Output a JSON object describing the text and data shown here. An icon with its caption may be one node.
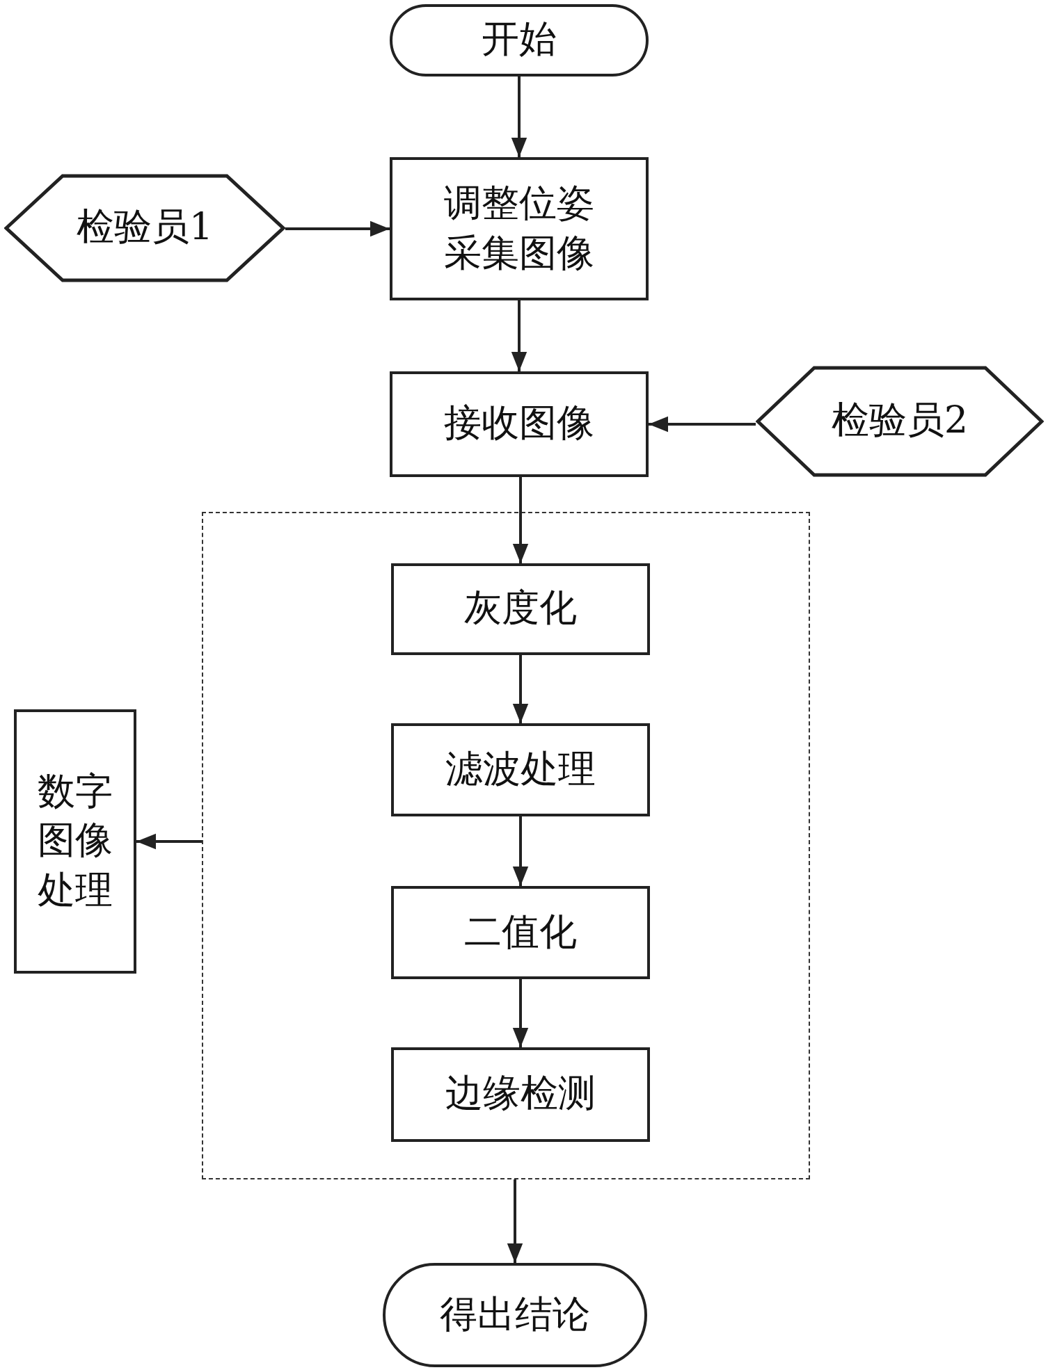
{
  "diagram": {
    "nodes": [
      {
        "text": [
          "开始"
        ]
      },
      {
        "text": [
          "检验员1"
        ]
      },
      {
        "text": [
          "调整位姿采集图像"
        ]
      },
      {
        "text": [
          "接收图像"
        ]
      },
      {
        "text": [
          "检验员2"
        ]
      },
      {
        "text": [],
        "shape": "box"
      },
      {
        "text": [
          "灰度化"
        ],
        "in": 5
      },
      {
        "text": [
          "滤波处理"
        ],
        "in": 5
      },
      {
        "text": [
          "二值化"
        ],
        "in": 5
      },
      {
        "text": [
          "边缘检测"
        ],
        "in": 5
      },
      {
        "text": [
          "数字图像处理"
        ]
      },
      {
        "text": [
          "得出结论"
        ]
      }
    ],
    "edges": [
      {
        "from": 0,
        "to": 2,
        "arrow": "to"
      },
      {
        "from": 1,
        "to": 2,
        "arrow": "to"
      },
      {
        "from": 2,
        "to": 3,
        "arrow": "to"
      },
      {
        "from": 4,
        "to": 3,
        "arrow": "to"
      },
      {
        "from": 3,
        "to": 6,
        "arrow": "to"
      },
      {
        "from": 6,
        "to": 7,
        "arrow": "to"
      },
      {
        "from": 7,
        "to": 8,
        "arrow": "to"
      },
      {
        "from": 8,
        "to": 9,
        "arrow": "to"
      },
      {
        "from": 5,
        "to": 10,
        "arrow": "to"
      },
      {
        "from": 5,
        "to": 11,
        "arrow": "to"
      }
    ]
  }
}
